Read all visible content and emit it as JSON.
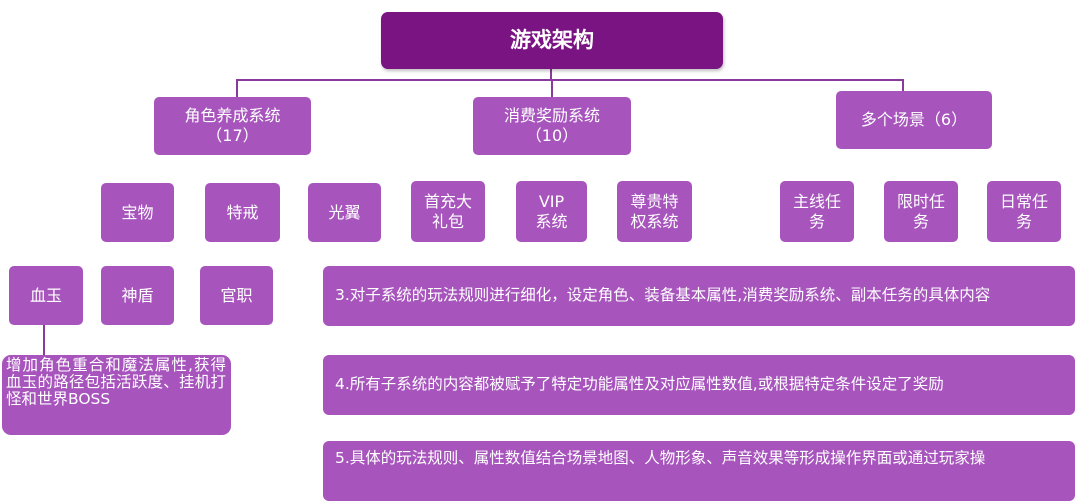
{
  "root": {
    "label": "游戏架构"
  },
  "categories": [
    {
      "label": "角色养成系统\n（17）"
    },
    {
      "label": "消费奖励系统\n（10）"
    },
    {
      "label": "多个场景（6）"
    }
  ],
  "role_items": {
    "treasure": "宝物",
    "ring": "特戒",
    "wings": "光翼",
    "blood_jade": "血玉",
    "shield": "神盾",
    "rank": "官职"
  },
  "consume_items": {
    "first_charge": "首充大\n礼包",
    "vip": "VIP\n系统",
    "privilege": "尊贵特\n权系统"
  },
  "scene_items": {
    "main_quest": "主线任\n务",
    "limited_quest": "限时任\n务",
    "daily_quest": "日常任\n务"
  },
  "blood_jade_desc": "增加角色重合和魔法属性,获得血玉的路径包括活跃度、挂机打怪和世界BOSS",
  "steps": [
    "3.对子系统的玩法规则进行细化，设定角色、装备基本属性,消费奖励系统、副本任务的具体内容",
    "4.所有子系统的内容都被赋予了特定功能属性及对应属性数值,或根据特定条件设定了奖励",
    "5.具体的玩法规则、属性数值结合场景地图、人物形象、声音效果等形成操作界面或通过玩家操"
  ],
  "colors": {
    "root": "#7a1482",
    "box": "#a754bd",
    "line": "#8a3a9a"
  }
}
